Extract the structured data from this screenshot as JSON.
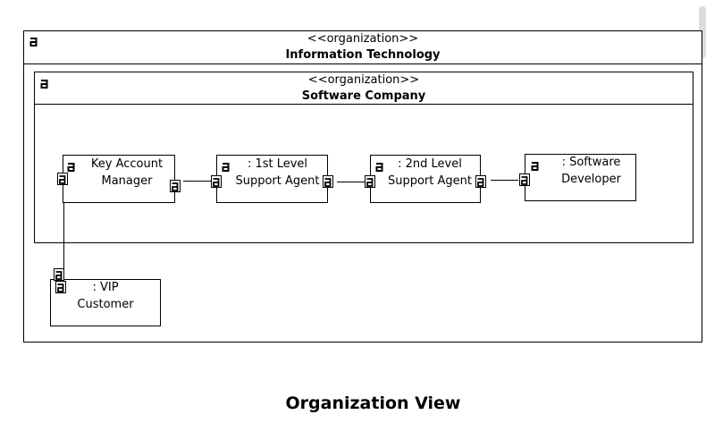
{
  "diagram": {
    "title": "Organization View",
    "outer_org": {
      "stereotype": "<<organization>>",
      "name": "Information Technology"
    },
    "inner_org": {
      "stereotype": "<<organization>>",
      "name": "Software Company"
    },
    "parts": {
      "key_account_manager": "Key Account\nManager",
      "first_level_support": ": 1st Level\nSupport Agent",
      "second_level_support": ": 2nd Level\nSupport Agent",
      "software_developer": ": Software\nDeveloper",
      "vip_customer": ": VIP\nCustomer"
    },
    "icons": {
      "element_icon": "uml-element-icon",
      "port_icon": "port-icon"
    }
  }
}
